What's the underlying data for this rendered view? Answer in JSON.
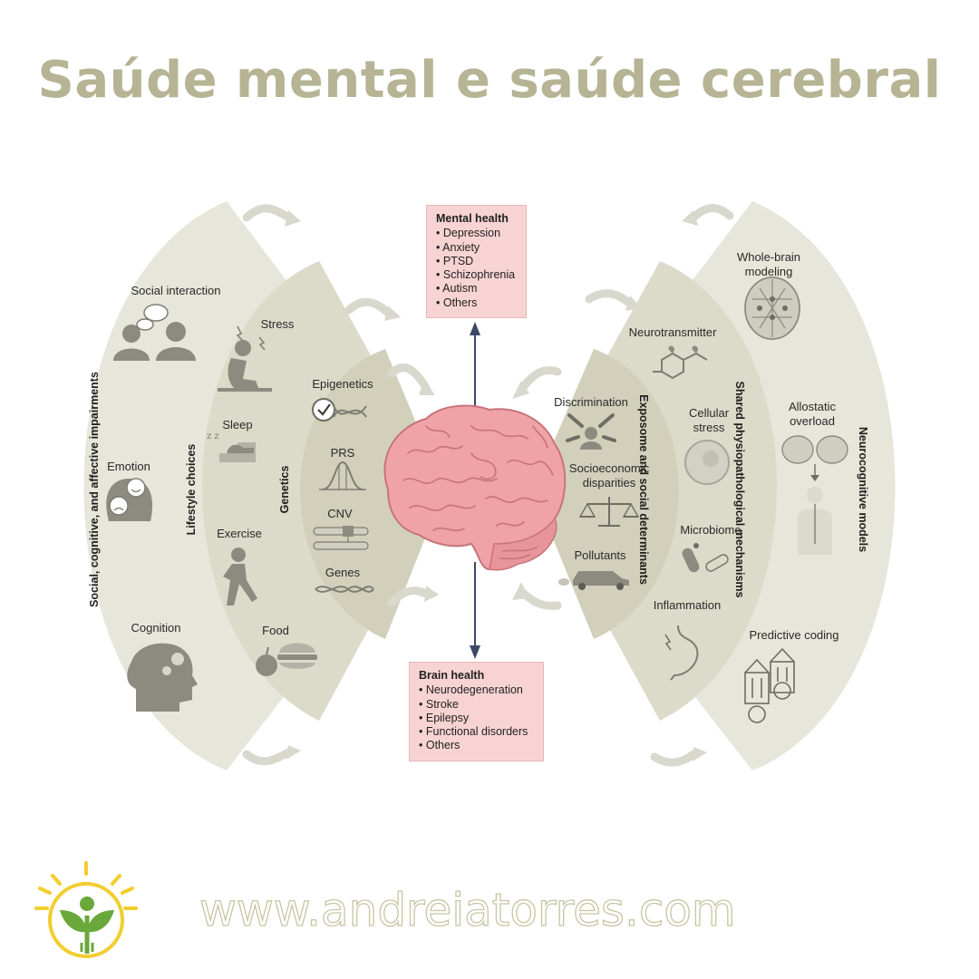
{
  "title": "Saúde mental e saúde cerebral",
  "website": "www.andreiatorres.com",
  "colors": {
    "title": "#b6b494",
    "lobe_outer": "#e7e6da",
    "lobe_mid": "#dcdac9",
    "lobe_inner": "#d2d0bb",
    "box_fill": "#f7d4d3",
    "brain": "#f0a3a6",
    "arrow": "#3c4963",
    "logo_yellow": "#f2cd2e",
    "logo_green": "#6aa83c"
  },
  "mental_health": {
    "heading": "Mental health",
    "items": [
      "Depression",
      "Anxiety",
      "PTSD",
      "Schizophrenia",
      "Autism",
      "Others"
    ]
  },
  "brain_health": {
    "heading": "Brain health",
    "items": [
      "Neurodegeneration",
      "Stroke",
      "Epilepsy",
      "Functional disorders",
      "Others"
    ]
  },
  "left": {
    "outer": {
      "axis": "Social, cognitive, and affective impairments",
      "items": [
        {
          "label": "Social interaction",
          "icon": "two-people-talking-icon"
        },
        {
          "label": "Emotion",
          "icon": "emotion-faces-icon"
        },
        {
          "label": "Cognition",
          "icon": "head-gears-icon"
        }
      ]
    },
    "middle": {
      "axis": "Lifestyle choices",
      "items": [
        {
          "label": "Stress",
          "icon": "stressed-person-icon"
        },
        {
          "label": "Sleep",
          "icon": "sleep-bed-icon"
        },
        {
          "label": "Exercise",
          "icon": "runner-icon"
        },
        {
          "label": "Food",
          "icon": "apple-burger-icon"
        }
      ]
    },
    "inner": {
      "axis": "Genetics",
      "items": [
        {
          "label": "Epigenetics",
          "icon": "dna-check-icon"
        },
        {
          "label": "PRS",
          "icon": "distribution-curve-icon"
        },
        {
          "label": "CNV",
          "icon": "chromosome-icon"
        },
        {
          "label": "Genes",
          "icon": "dna-helix-icon"
        }
      ]
    }
  },
  "right": {
    "inner": {
      "axis": "Exposome and social determinants",
      "items": [
        {
          "label": "Discrimination",
          "icon": "pointing-crowd-icon"
        },
        {
          "label_lines": [
            "Socioeconomic",
            "disparities"
          ],
          "icon": "balance-scale-icon"
        },
        {
          "label": "Pollutants",
          "icon": "car-exhaust-icon"
        }
      ]
    },
    "middle": {
      "axis": "Shared physiopathological mechanisms",
      "items": [
        {
          "label": "Neurotransmitter",
          "icon": "molecule-icon"
        },
        {
          "label_lines": [
            "Cellular",
            "stress"
          ],
          "icon": "cell-icon"
        },
        {
          "label": "Microbiome",
          "icon": "bacteria-icon"
        },
        {
          "label": "Inflammation",
          "icon": "stomach-icon"
        }
      ]
    },
    "outer": {
      "axis": "Neurocognitive models",
      "items": [
        {
          "label_lines": [
            "Whole-brain",
            "modeling"
          ],
          "icon": "brain-network-icon"
        },
        {
          "label_lines": [
            "Allostatic",
            "overload"
          ],
          "icon": "brain-body-icon"
        },
        {
          "label": "Predictive coding",
          "icon": "predictive-diagram-icon"
        }
      ]
    }
  }
}
